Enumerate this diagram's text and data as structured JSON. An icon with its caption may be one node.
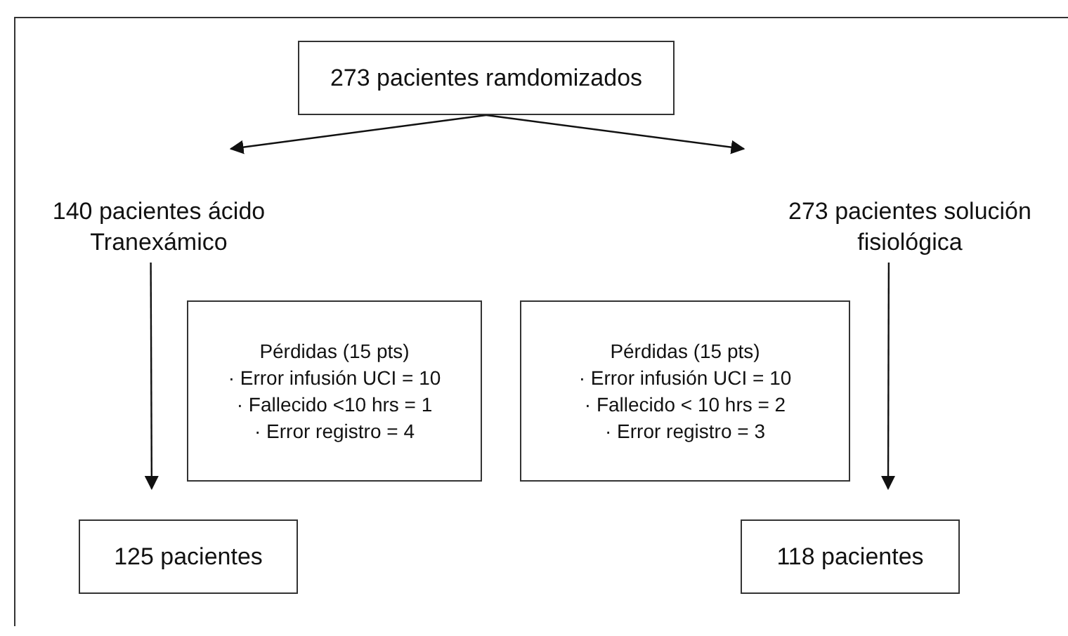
{
  "diagram": {
    "nodes": [
      {
        "text": [
          "273 pacientes ramdomizados"
        ]
      },
      {
        "text": [
          "140 pacientes ácido Tranexámico"
        ]
      },
      {
        "text": [
          "273 pacientes solución fisiológica"
        ]
      },
      {
        "text": [
          "Pérdidas (15 pts)",
          "· Error infusión UCI = 10",
          "· Fallecido <10 hrs = 1",
          "· Error registro = 4"
        ]
      },
      {
        "text": [
          "Pérdidas (15 pts)",
          "· Error infusión UCI = 10",
          "· Fallecido < 10 hrs = 2",
          "· Error registro = 3"
        ]
      },
      {
        "text": [
          "125 pacientes"
        ]
      },
      {
        "text": [
          "118 pacientes"
        ]
      }
    ],
    "edges": [
      {
        "from": 0,
        "to": 1,
        "arrow": "to"
      },
      {
        "from": 0,
        "to": 2,
        "arrow": "to"
      },
      {
        "from": 1,
        "to": 5,
        "arrow": "to"
      },
      {
        "from": 2,
        "to": 6,
        "arrow": "to"
      }
    ]
  }
}
